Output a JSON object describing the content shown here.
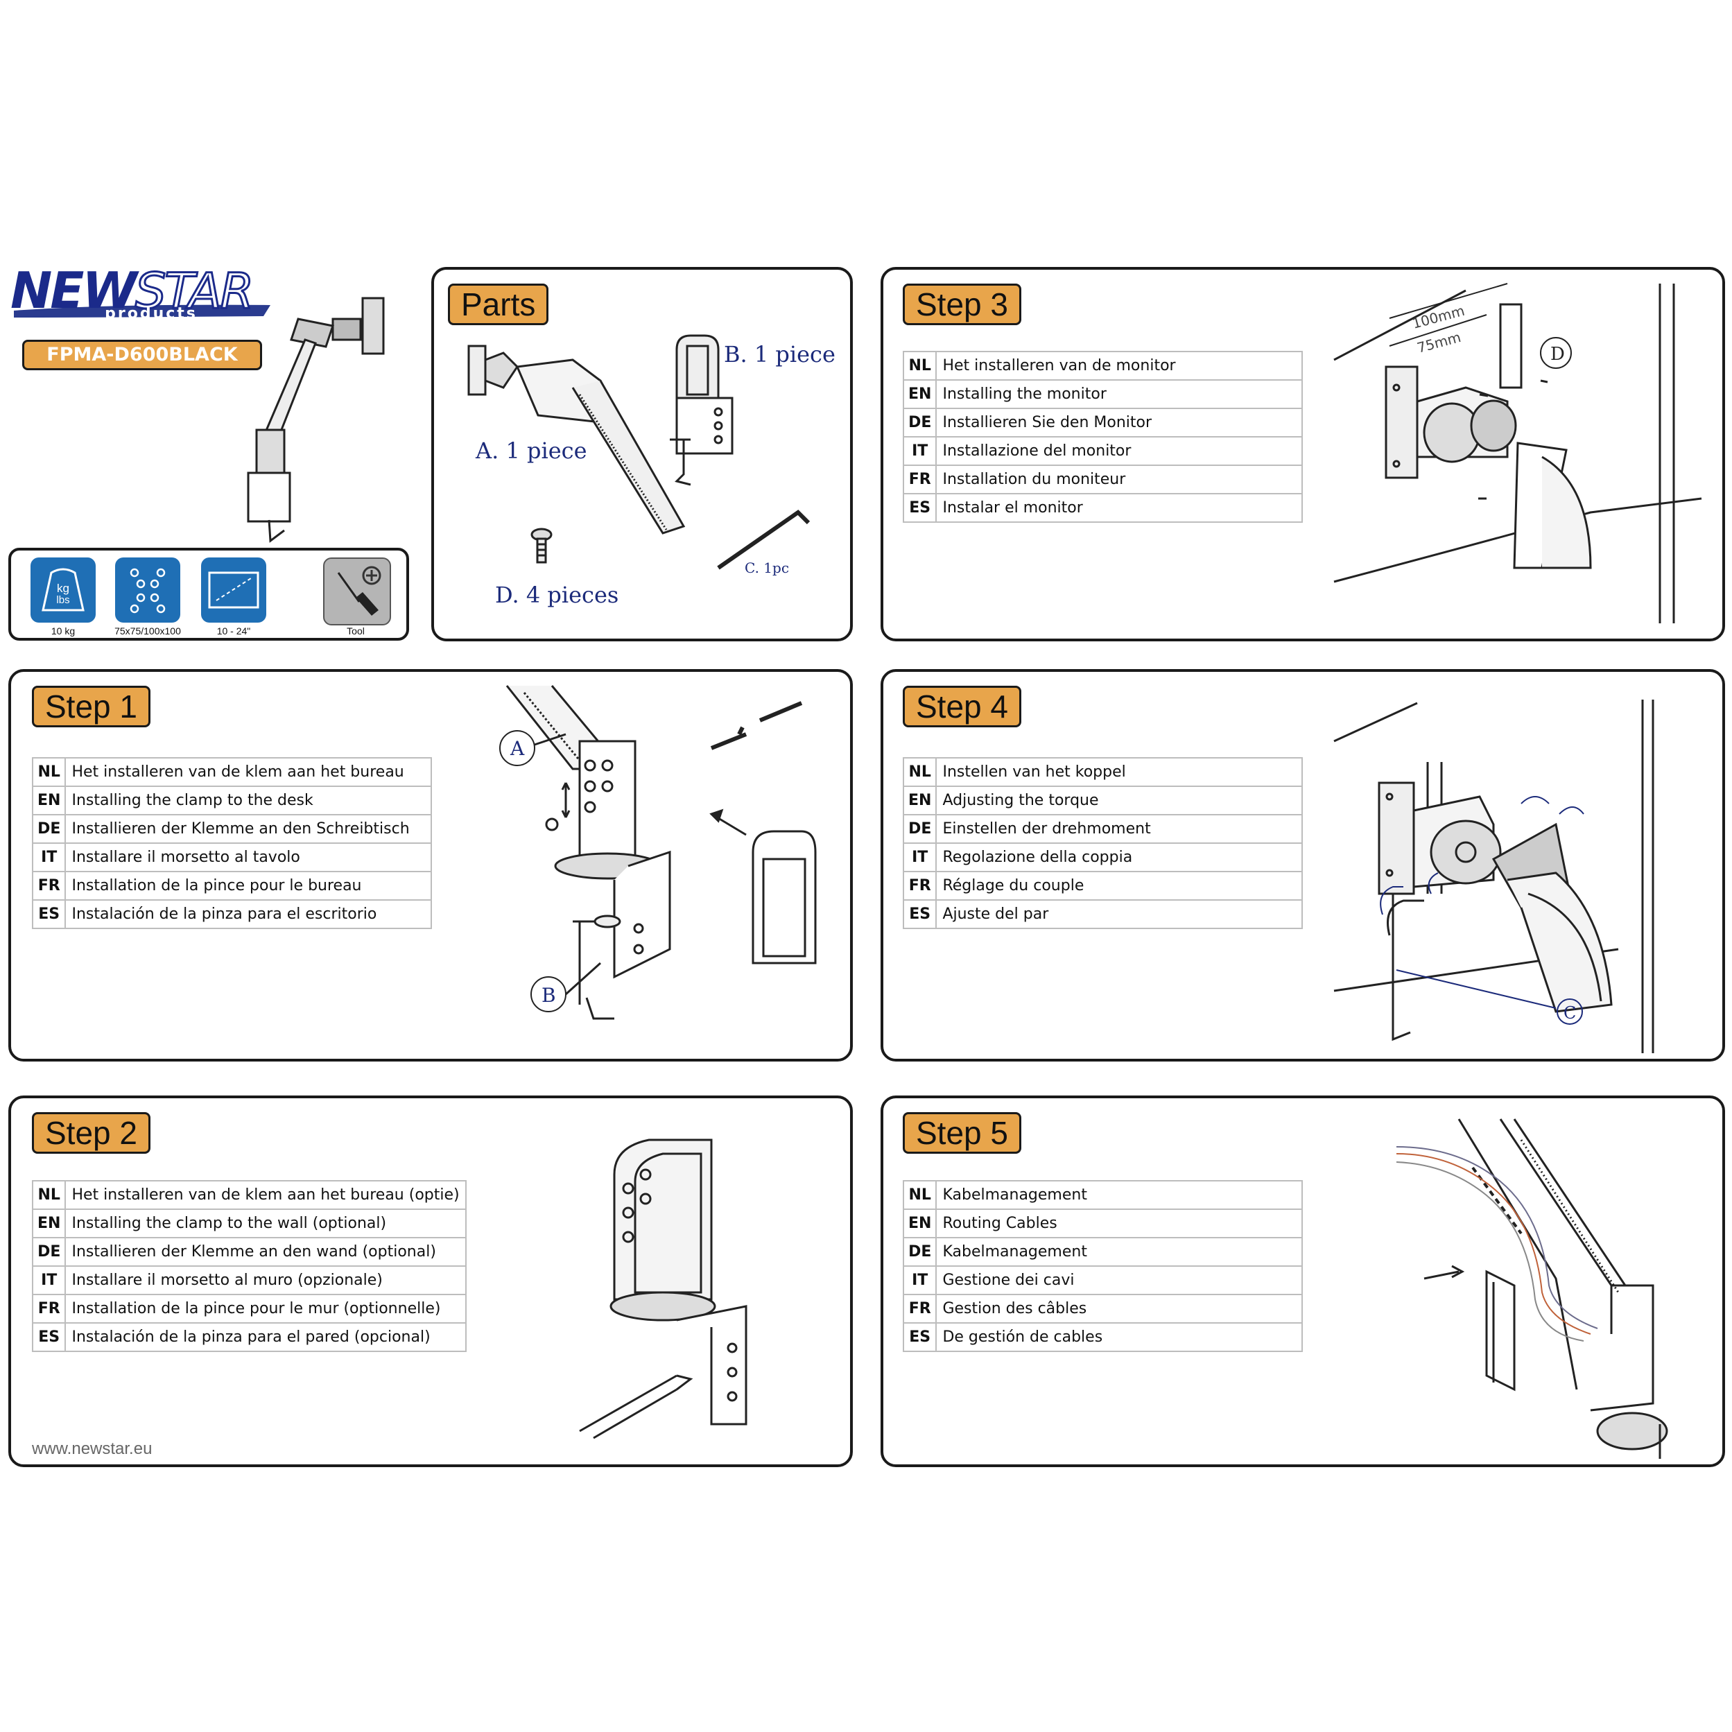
{
  "brand": {
    "logo_text": "NEWSTAR",
    "logo_sub": "products",
    "model": "FPMA-D600BLACK",
    "website": "www.newstar.eu"
  },
  "features": [
    {
      "icon": "weight-icon",
      "label": "10 kg",
      "glyph": "kg\nlbs"
    },
    {
      "icon": "vesa-pattern-icon",
      "label": "75x75/100x100"
    },
    {
      "icon": "screen-size-icon",
      "label": "10 - 24\""
    },
    {
      "icon": "screwdriver-icon",
      "label": "Tool"
    }
  ],
  "parts": {
    "title": "Parts",
    "a": "A. 1 piece",
    "b": "B. 1 piece",
    "c": "C. 1pc",
    "d": "D. 4 pieces"
  },
  "steps": {
    "step1": {
      "title": "Step 1",
      "rows": [
        {
          "code": "NL",
          "text": "Het installeren van de klem aan het bureau"
        },
        {
          "code": "EN",
          "text": "Installing the clamp to the desk"
        },
        {
          "code": "DE",
          "text": "Installieren der Klemme an den Schreibtisch"
        },
        {
          "code": "IT",
          "text": "Installare il morsetto al tavolo"
        },
        {
          "code": "FR",
          "text": "Installation de la pince pour le bureau"
        },
        {
          "code": "ES",
          "text": "Instalación de la pinza para el escritorio"
        }
      ],
      "callouts": [
        "A",
        "B"
      ]
    },
    "step2": {
      "title": "Step 2",
      "rows": [
        {
          "code": "NL",
          "text": "Het installeren van de klem aan het bureau (optie)"
        },
        {
          "code": "EN",
          "text": "Installing the clamp to the wall (optional)"
        },
        {
          "code": "DE",
          "text": "Installieren der Klemme an den wand (optional)"
        },
        {
          "code": "IT",
          "text": "Installare il morsetto al muro (opzionale)"
        },
        {
          "code": "FR",
          "text": "Installation de la pince pour le mur (optionnelle)"
        },
        {
          "code": "ES",
          "text": "Instalación de la pinza para el pared (opcional)"
        }
      ]
    },
    "step3": {
      "title": "Step 3",
      "rows": [
        {
          "code": "NL",
          "text": "Het installeren van de monitor"
        },
        {
          "code": "EN",
          "text": "Installing the monitor"
        },
        {
          "code": "DE",
          "text": "Installieren Sie den Monitor"
        },
        {
          "code": "IT",
          "text": "Installazione del monitor"
        },
        {
          "code": "FR",
          "text": "Installation du moniteur"
        },
        {
          "code": "ES",
          "text": "Instalar el monitor"
        }
      ],
      "dims": [
        "100mm",
        "75mm"
      ],
      "callouts": [
        "D"
      ]
    },
    "step4": {
      "title": "Step 4",
      "rows": [
        {
          "code": "NL",
          "text": "Instellen van het koppel"
        },
        {
          "code": "EN",
          "text": "Adjusting the torque"
        },
        {
          "code": "DE",
          "text": "Einstellen der drehmoment"
        },
        {
          "code": "IT",
          "text": "Regolazione della coppia"
        },
        {
          "code": "FR",
          "text": "Réglage du couple"
        },
        {
          "code": "ES",
          "text": "Ajuste del par"
        }
      ],
      "callouts": [
        "C"
      ]
    },
    "step5": {
      "title": "Step 5",
      "rows": [
        {
          "code": "NL",
          "text": "Kabelmanagement"
        },
        {
          "code": "EN",
          "text": "Routing Cables"
        },
        {
          "code": "DE",
          "text": "Kabelmanagement"
        },
        {
          "code": "IT",
          "text": "Gestione dei cavi"
        },
        {
          "code": "FR",
          "text": "Gestion des câbles"
        },
        {
          "code": "ES",
          "text": "De gestión de cables"
        }
      ]
    }
  },
  "colors": {
    "step_badge": "#e8a54b",
    "feature_blue": "#1f6fb5",
    "logo_blue": "#1b2a8a",
    "border": "#1a1a1a"
  }
}
